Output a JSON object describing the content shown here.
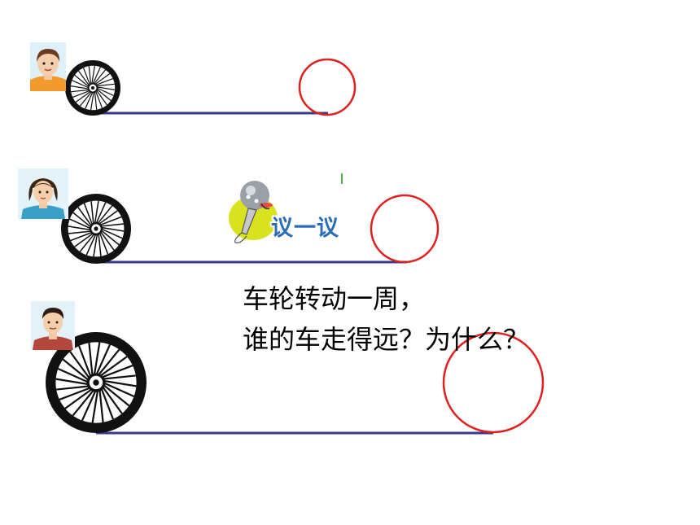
{
  "badge": {
    "label": "议一议"
  },
  "question": {
    "line1": "车轮转动一周，",
    "line2": "谁的车走得远？为什么？"
  },
  "colors": {
    "track_line": "#3b3b8c",
    "target_circle": "#e01f1f",
    "wheel": "#111111"
  },
  "icons": {
    "row1": [
      "boy-avatar-icon",
      "wheel-icon",
      "target-circle-icon"
    ],
    "row2": [
      "girl-avatar-icon",
      "wheel-icon",
      "target-circle-icon"
    ],
    "row3": [
      "boy-avatar-icon",
      "wheel-icon",
      "target-circle-icon"
    ],
    "badge": "microphone-icon"
  }
}
